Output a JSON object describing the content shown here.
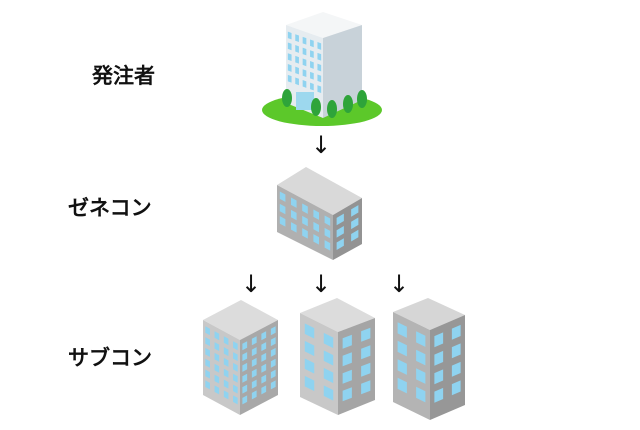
{
  "levels": [
    {
      "label": "発注者",
      "building": "client-office-tower"
    },
    {
      "label": "ゼネコン",
      "building": "general-contractor-building"
    },
    {
      "label": "サブコン",
      "building": "subcontractor-buildings"
    }
  ],
  "arrow_glyph": "↓",
  "colors": {
    "grass": "#5cc82a",
    "tree": "#2ea43a",
    "window": "#8fd3f0",
    "tower_left": "#e8eef2",
    "tower_right": "#c9d3da",
    "gray_top": "#d9d9d9",
    "gray_left": "#a9a9a9",
    "gray_right": "#8f8f8f"
  }
}
